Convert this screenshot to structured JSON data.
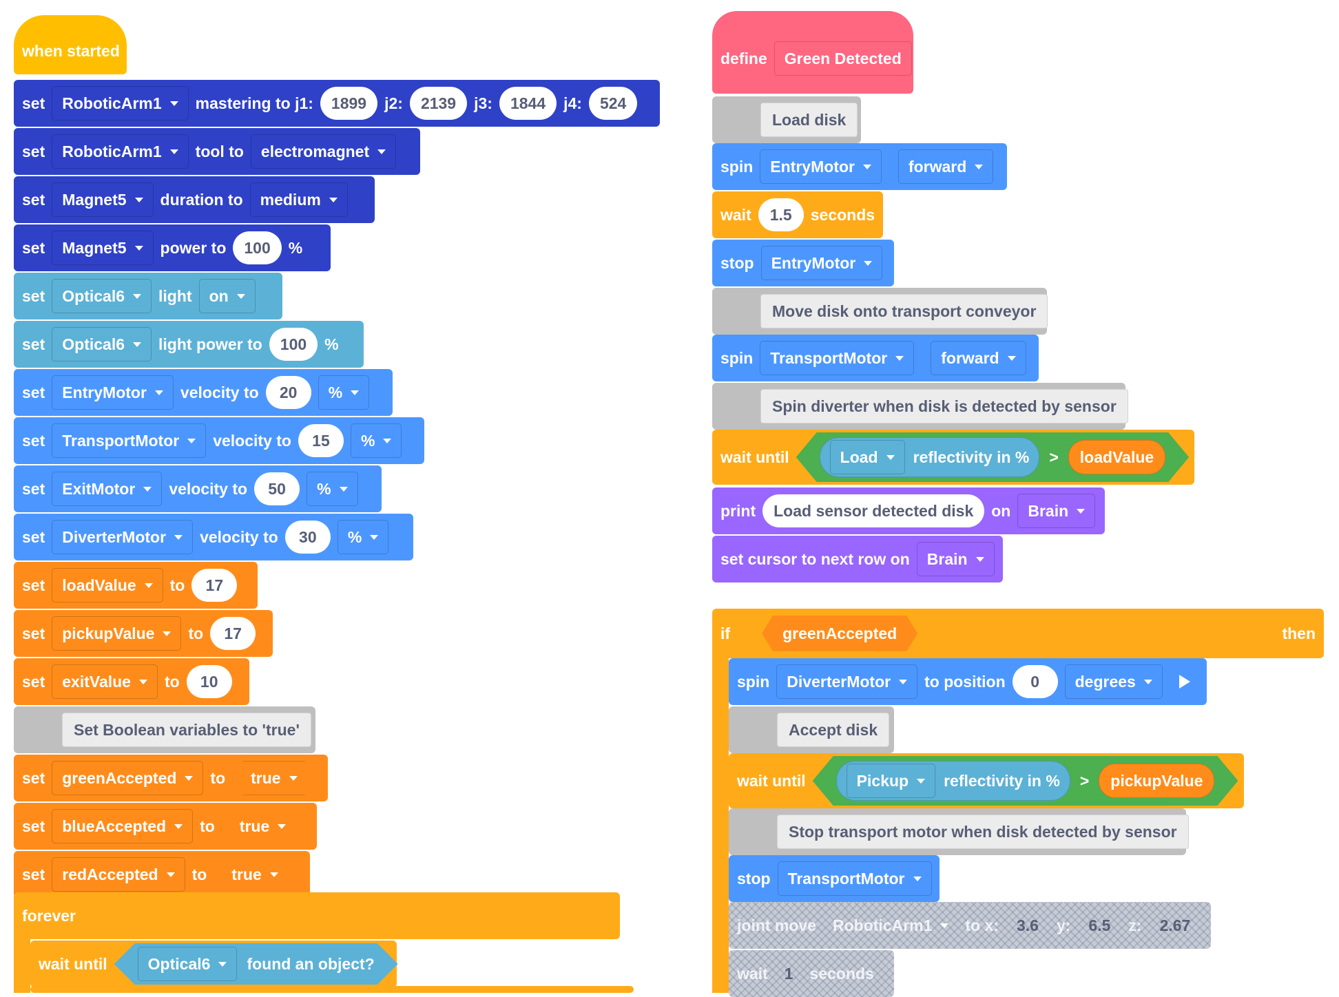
{
  "colors": {
    "motion": "#2f41c7",
    "sensing": "#5cb1d6",
    "drivetrain": "#4c97ff",
    "variables": "#ff8c1a",
    "control": "#ffab19",
    "events": "#ffbf00",
    "looks": "#9966ff",
    "define": "#ff6680",
    "comment": "#bfbfbf"
  },
  "icons": {
    "dropdown": "chevron-down-icon",
    "run": "play-icon"
  },
  "left": {
    "hat": "when started",
    "mastering": {
      "set": "set",
      "device": "RoboticArm1",
      "text": "mastering to j1:",
      "j1": "1899",
      "j2_label": "j2:",
      "j2": "2139",
      "j3_label": "j3:",
      "j3": "1844",
      "j4_label": "j4:",
      "j4": "524"
    },
    "tool": {
      "set": "set",
      "device": "RoboticArm1",
      "text": "tool to",
      "value": "electromagnet"
    },
    "magnet_duration": {
      "set": "set",
      "device": "Magnet5",
      "text": "duration to",
      "value": "medium"
    },
    "magnet_power": {
      "set": "set",
      "device": "Magnet5",
      "text": "power to",
      "value": "100",
      "unit": "%"
    },
    "optical_light": {
      "set": "set",
      "device": "Optical6",
      "text": "light",
      "value": "on"
    },
    "optical_power": {
      "set": "set",
      "device": "Optical6",
      "text": "light power to",
      "value": "100",
      "unit": "%"
    },
    "vel_entry": {
      "set": "set",
      "device": "EntryMotor",
      "text": "velocity to",
      "value": "20",
      "unit": "%"
    },
    "vel_transport": {
      "set": "set",
      "device": "TransportMotor",
      "text": "velocity to",
      "value": "15",
      "unit": "%"
    },
    "vel_exit": {
      "set": "set",
      "device": "ExitMotor",
      "text": "velocity to",
      "value": "50",
      "unit": "%"
    },
    "vel_diverter": {
      "set": "set",
      "device": "DiverterMotor",
      "text": "velocity to",
      "value": "30",
      "unit": "%"
    },
    "var_load": {
      "set": "set",
      "name": "loadValue",
      "text": "to",
      "value": "17"
    },
    "var_pickup": {
      "set": "set",
      "name": "pickupValue",
      "text": "to",
      "value": "17"
    },
    "var_exit": {
      "set": "set",
      "name": "exitValue",
      "text": "to",
      "value": "10"
    },
    "comment_bool": "Set Boolean variables to 'true'",
    "bool_green": {
      "set": "set",
      "name": "greenAccepted",
      "text": "to",
      "value": "true"
    },
    "bool_blue": {
      "set": "set",
      "name": "blueAccepted",
      "text": "to",
      "value": "true"
    },
    "bool_red": {
      "set": "set",
      "name": "redAccepted",
      "text": "to",
      "value": "true"
    },
    "forever": "forever",
    "wait_found": {
      "label": "wait until",
      "device": "Optical6",
      "text": "found an object?"
    }
  },
  "right": {
    "define": {
      "label": "define",
      "name": "Green Detected"
    },
    "comment_load": "Load disk",
    "spin_entry": {
      "label": "spin",
      "device": "EntryMotor",
      "direction": "forward"
    },
    "wait_sec": {
      "label": "wait",
      "value": "1.5",
      "unit": "seconds"
    },
    "stop_entry": {
      "label": "stop",
      "device": "EntryMotor"
    },
    "comment_move": "Move disk onto transport conveyor",
    "spin_transport": {
      "label": "spin",
      "device": "TransportMotor",
      "direction": "forward"
    },
    "comment_spin": "Spin diverter when disk is detected by sensor",
    "wait_load": {
      "label": "wait until",
      "device": "Load",
      "text": "reflectivity in %",
      "op": ">",
      "var": "loadValue"
    },
    "print": {
      "label": "print",
      "text": "Load sensor detected disk",
      "on": "on",
      "target": "Brain"
    },
    "cursor": {
      "label": "set cursor to next row on",
      "target": "Brain"
    },
    "if": {
      "label": "if",
      "cond": "greenAccepted",
      "then": "then"
    },
    "spin_diverter": {
      "label": "spin",
      "device": "DiverterMotor",
      "text": "to position",
      "value": "0",
      "unit": "degrees"
    },
    "comment_accept": "Accept disk",
    "wait_pickup": {
      "label": "wait until",
      "device": "Pickup",
      "text": "reflectivity in %",
      "op": ">",
      "var": "pickupValue"
    },
    "comment_stop": "Stop transport motor when disk detected by sensor",
    "stop_transport": {
      "label": "stop",
      "device": "TransportMotor"
    },
    "joint_move": {
      "label": "joint move",
      "device": "RoboticArm1",
      "x_label": "to x:",
      "x": "3.6",
      "y_label": "y:",
      "y": "6.5",
      "z_label": "z:",
      "z": "2.67"
    },
    "wait_one": {
      "label": "wait",
      "value": "1",
      "unit": "seconds"
    }
  }
}
